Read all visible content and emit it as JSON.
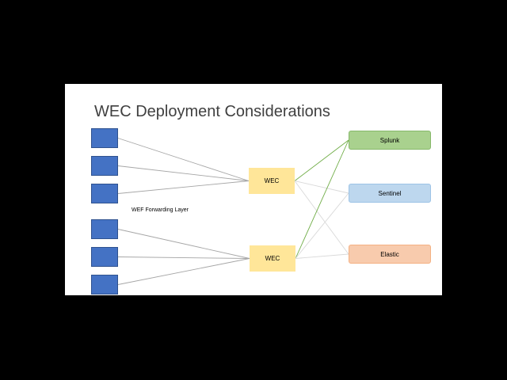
{
  "slide": {
    "title": "WEC Deployment Considerations",
    "layer_label": "WEF Forwarding Layer"
  },
  "wec_nodes": [
    {
      "label": "WEC"
    },
    {
      "label": "WEC"
    }
  ],
  "destinations": [
    {
      "label": "Splunk",
      "color": "#a9d18e",
      "border": "#86b86a"
    },
    {
      "label": "Sentinel",
      "color": "#bdd7ee",
      "border": "#9dc3e6"
    },
    {
      "label": "Elastic",
      "color": "#f8cbad",
      "border": "#f4b183"
    }
  ],
  "colors": {
    "background": "#000000",
    "slide": "#ffffff",
    "source_box": "#4472c4",
    "wec_box": "#ffe699",
    "source_line": "#a6a6a6",
    "splunk_line": "#70ad47",
    "other_line": "#d9d9d9"
  },
  "edges": {
    "sources_to_wec": [
      [
        0,
        0
      ],
      [
        1,
        0
      ],
      [
        2,
        0
      ],
      [
        3,
        1
      ],
      [
        4,
        1
      ],
      [
        5,
        1
      ]
    ],
    "wec_to_destinations": [
      [
        0,
        0
      ],
      [
        0,
        1
      ],
      [
        0,
        2
      ],
      [
        1,
        0
      ],
      [
        1,
        1
      ],
      [
        1,
        2
      ]
    ]
  }
}
